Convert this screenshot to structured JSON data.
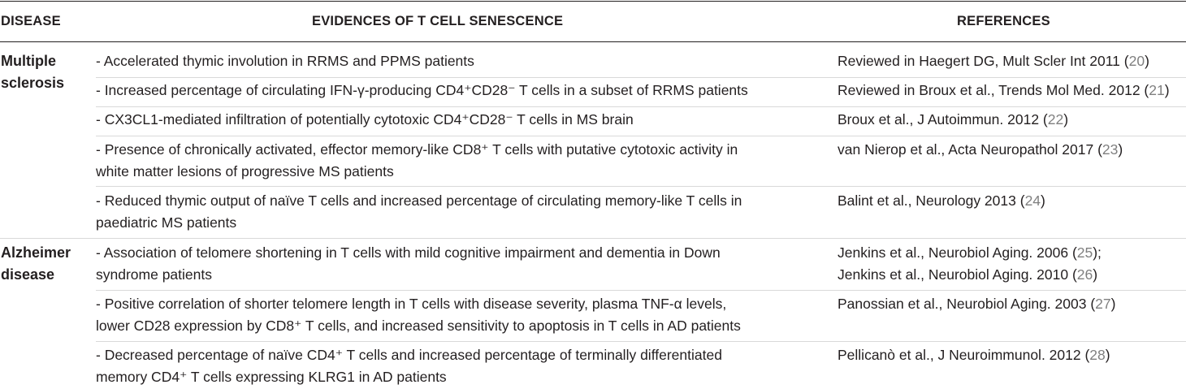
{
  "headers": {
    "disease": "DISEASE",
    "evidence": "EVIDENCES OF T CELL SENESCENCE",
    "references": "REFERENCES"
  },
  "groups": [
    {
      "disease_line1": "Multiple",
      "disease_line2": "sclerosis",
      "rows": [
        {
          "evidence": [
            "- Accelerated thymic involution in RRMS and PPMS patients"
          ],
          "reference": [
            {
              "text": "Reviewed in Haegert DG, Mult Scler Int 2011 (",
              "num": "20",
              "end": ")"
            }
          ]
        },
        {
          "evidence": [
            "- Increased percentage of circulating IFN-γ-producing CD4⁺CD28⁻ T cells in a subset of RRMS patients"
          ],
          "reference": [
            {
              "text": "Reviewed in Broux et al., Trends Mol Med. 2012 (",
              "num": "21",
              "end": ")"
            }
          ]
        },
        {
          "evidence": [
            "- CX3CL1-mediated infiltration of potentially cytotoxic CD4⁺CD28⁻ T cells in MS brain"
          ],
          "reference": [
            {
              "text": "Broux et al., J Autoimmun. 2012 (",
              "num": "22",
              "end": ")"
            }
          ]
        },
        {
          "evidence": [
            "- Presence of chronically activated, effector memory-like CD8⁺ T cells with putative cytotoxic activity in",
            "white matter lesions of progressive MS patients"
          ],
          "reference": [
            {
              "text": "van Nierop et al., Acta Neuropathol 2017 (",
              "num": "23",
              "end": ")"
            }
          ]
        },
        {
          "evidence": [
            "- Reduced thymic output of naïve T cells and increased percentage of circulating memory-like T cells in",
            "paediatric MS patients"
          ],
          "reference": [
            {
              "text": "Balint et al., Neurology 2013 (",
              "num": "24",
              "end": ")"
            }
          ]
        }
      ]
    },
    {
      "disease_line1": "Alzheimer",
      "disease_line2": "disease",
      "rows": [
        {
          "evidence": [
            "- Association of telomere shortening in T cells with mild cognitive impairment and dementia in Down",
            "syndrome patients"
          ],
          "reference": [
            {
              "text": "Jenkins et al., Neurobiol Aging. 2006 (",
              "num": "25",
              "end": ");"
            },
            {
              "text": "Jenkins et al., Neurobiol Aging. 2010 (",
              "num": "26",
              "end": ")"
            }
          ]
        },
        {
          "evidence": [
            "- Positive correlation of shorter telomere length in T cells with disease severity, plasma TNF-α levels,",
            "lower CD28 expression by CD8⁺ T cells, and increased sensitivity to apoptosis in T cells in AD patients"
          ],
          "reference": [
            {
              "text": "Panossian et al., Neurobiol Aging. 2003 (",
              "num": "27",
              "end": ")"
            }
          ]
        },
        {
          "evidence": [
            "- Decreased percentage of naïve CD4⁺ T cells and increased percentage of terminally differentiated",
            "memory CD4⁺ T cells expressing KLRG1 in AD patients"
          ],
          "reference": [
            {
              "text": "Pellicanò et al., J Neuroimmunol. 2012 (",
              "num": "28",
              "end": ")"
            }
          ]
        }
      ]
    }
  ]
}
